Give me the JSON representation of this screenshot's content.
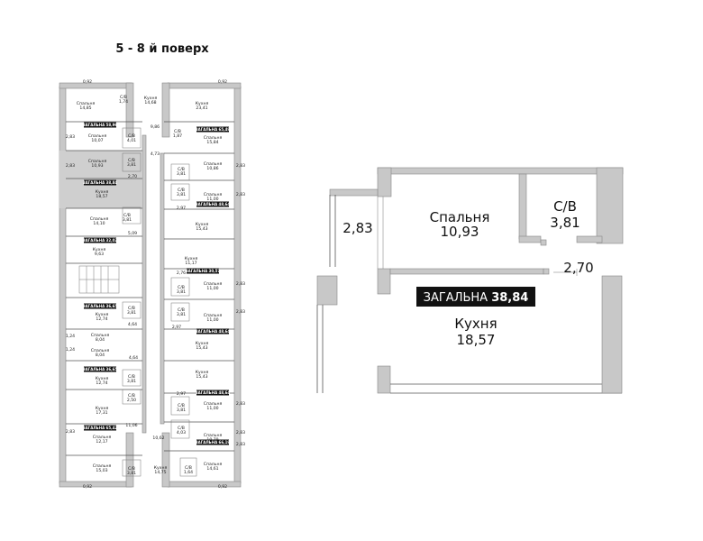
{
  "floor_title": "5 - 8 й поверх",
  "total_word": "ЗАГАЛЬНА",
  "small_plan": {
    "rooms": [
      {
        "name": "Спальня",
        "area": "14,85"
      },
      {
        "name": "С/В",
        "area": "1,74"
      },
      {
        "name": "Кухня",
        "area": "14,68"
      },
      {
        "name": "Кухня",
        "area": "23,41"
      },
      {
        "name": "Спальня",
        "area": "10,07"
      },
      {
        "name": "С/В",
        "area": "4,01"
      },
      {
        "name": "С/В",
        "area": "1,87"
      },
      {
        "name": "Спальня",
        "area": "15,84"
      },
      {
        "name": "Спальня",
        "area": "10,93"
      },
      {
        "name": "С/В",
        "area": "3,81"
      },
      {
        "name": "С/В",
        "area": "3,81"
      },
      {
        "name": "Спальня",
        "area": "10,86"
      },
      {
        "name": "Кухня",
        "area": "18,57"
      },
      {
        "name": "С/В",
        "area": "3,81"
      },
      {
        "name": "Спальня",
        "area": "11,00"
      },
      {
        "name": "Спальня",
        "area": "14,10"
      },
      {
        "name": "С/В",
        "area": "3,81"
      },
      {
        "name": "Кухня",
        "area": "15,43"
      },
      {
        "name": "Кухня",
        "area": "9,63"
      },
      {
        "name": "Кухня",
        "area": "11,17"
      },
      {
        "name": "С/В",
        "area": "3,81"
      },
      {
        "name": "Спальня",
        "area": "11,00"
      },
      {
        "name": "Кухня",
        "area": "12,74"
      },
      {
        "name": "С/В",
        "area": "3,81"
      },
      {
        "name": "С/В",
        "area": "3,81"
      },
      {
        "name": "Спальня",
        "area": "11,00"
      },
      {
        "name": "Спальня",
        "area": "8,04"
      },
      {
        "name": "Кухня",
        "area": "15,43"
      },
      {
        "name": "Спальня",
        "area": "8,04"
      },
      {
        "name": "Кухня",
        "area": "15,43"
      },
      {
        "name": "Кухня",
        "area": "12,74"
      },
      {
        "name": "С/В",
        "area": "3,81"
      },
      {
        "name": "С/В",
        "area": "2,50"
      },
      {
        "name": "Кухня",
        "area": "17,31"
      },
      {
        "name": "С/В",
        "area": "3,81"
      },
      {
        "name": "Спальня",
        "area": "11,00"
      },
      {
        "name": "С/В",
        "area": "4,03"
      },
      {
        "name": "Спальня",
        "area": "10,79"
      },
      {
        "name": "Спальня",
        "area": "12,17"
      },
      {
        "name": "Спальня",
        "area": "15,03"
      },
      {
        "name": "С/В",
        "area": "3,81"
      },
      {
        "name": "Кухня",
        "area": "14,75"
      },
      {
        "name": "С/В",
        "area": "1,64"
      },
      {
        "name": "Спальня",
        "area": "14,61"
      }
    ],
    "tags": [
      "58,96",
      "65,49",
      "38,84",
      "48,64",
      "32,02",
      "30,57",
      "36,65",
      "48,64",
      "36,65",
      "48,64",
      "65,42",
      "66,19"
    ],
    "dims": [
      "0,92",
      "0,92",
      "9,86",
      "2,83",
      "4,73",
      "2,83",
      "2,83",
      "2,70",
      "2,83",
      "2,97",
      "5,09",
      "2,76",
      "2,83",
      "2,83",
      "4,64",
      "2,97",
      "1,24",
      "1,24",
      "4,64",
      "2,97",
      "2,83",
      "2,83",
      "11,06",
      "2,83",
      "10,62",
      "2,83",
      "0,92",
      "0,92"
    ]
  },
  "detail": {
    "bedroom_label": "Спальня",
    "bedroom_area": "10,93",
    "bath_label": "С/В",
    "bath_area": "3,81",
    "kitchen_label": "Кухня",
    "kitchen_area": "18,57",
    "total_area": "38,84",
    "dim_left": "2,83",
    "dim_right": "2,70"
  }
}
